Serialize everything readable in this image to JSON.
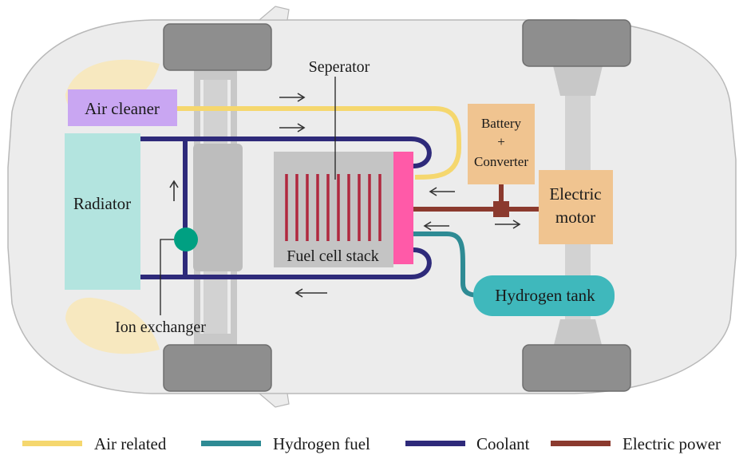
{
  "labels": {
    "air_cleaner": "Air cleaner",
    "radiator": "Radiator",
    "separator": "Seperator",
    "fuel_cell_stack": "Fuel cell stack",
    "battery_line1": "Battery",
    "battery_line2": "+",
    "battery_line3": "Converter",
    "motor_line1": "Electric",
    "motor_line2": "motor",
    "hydrogen_tank": "Hydrogen tank",
    "ion_exchanger": "Ion exchanger"
  },
  "legend": [
    {
      "label": "Air related",
      "color": "#f5d76e"
    },
    {
      "label": "Hydrogen fuel",
      "color": "#2e8b94"
    },
    {
      "label": "Coolant",
      "color": "#2e2a7a"
    },
    {
      "label": "Electric power",
      "color": "#8b3a2e"
    }
  ],
  "colors": {
    "air": "#f5d76e",
    "hydrogen": "#2e8b94",
    "coolant": "#2e2a7a",
    "electric": "#8b3a2e",
    "air_cleaner_fill": "#c9a6f2",
    "radiator_fill": "#b3e4df",
    "stack_fill": "#c4c4c4",
    "stack_plate": "#ff5aa8",
    "separator_bar": "#b0283e",
    "battery_fill": "#f0c490",
    "tank_fill": "#3fb8bc",
    "ion_exchanger_fill": "#00a082"
  }
}
